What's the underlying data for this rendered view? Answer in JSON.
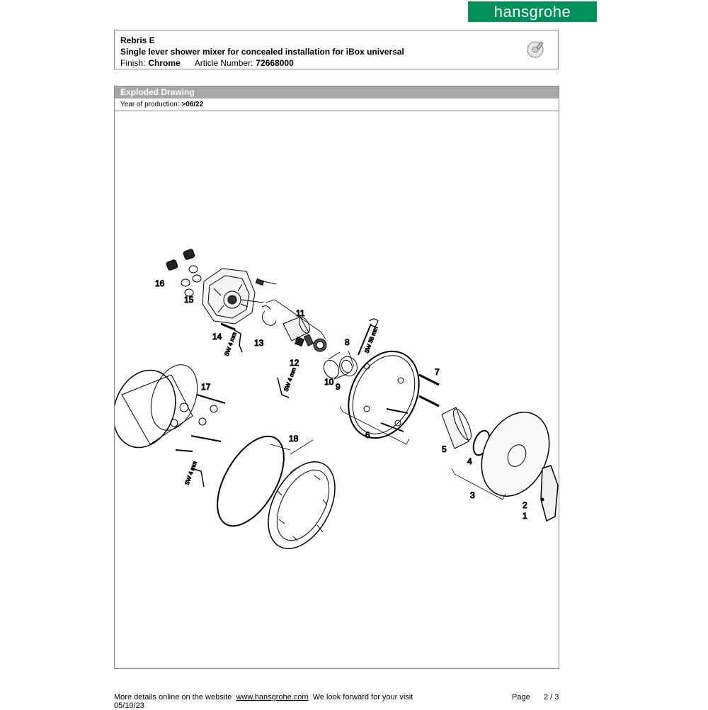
{
  "brand": {
    "logo_text": "hansgrohe",
    "color": "#00915a"
  },
  "product": {
    "name": "Rebris E",
    "description": "Single lever shower mixer for concealed installation for iBox universal",
    "finish_label": "Finish:",
    "finish_value": "Chrome",
    "article_label": "Article Number:",
    "article_value": "72668000"
  },
  "section": {
    "title": "Exploded Drawing",
    "year_label": "Year of production:",
    "year_value": ">06/22"
  },
  "callouts": {
    "c1": "1",
    "c2": "2",
    "c3": "3",
    "c4": "4",
    "c5": "5",
    "c6": "6",
    "c7": "7",
    "c8": "8",
    "c9": "9",
    "c10": "10",
    "c11": "11",
    "c12": "12",
    "c13": "13",
    "c14": "14",
    "c15": "15",
    "c16": "16",
    "c17": "17",
    "c18": "18"
  },
  "tools": {
    "sw4_a": "SW 4 mm",
    "sw4_b": "SW 4 mm",
    "sw4_c": "SW 4 mm",
    "sw38": "SW 38 mm"
  },
  "footer": {
    "website_text": "More details online on the website",
    "website_url": "www.hansgrohe.com",
    "tagline": "We look forward for your visit",
    "date": "05/10/23",
    "page_label": "Page",
    "page_number": "2 / 3"
  }
}
